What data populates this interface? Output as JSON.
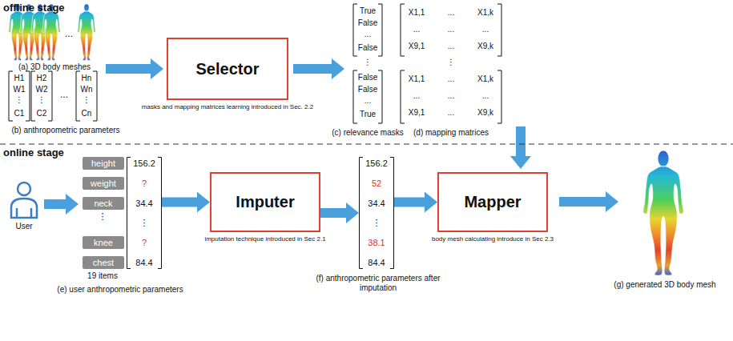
{
  "diagram": {
    "nodes": [
      {
        "text": [
          "Selector"
        ]
      },
      {
        "text": [
          "height"
        ]
      },
      {
        "text": [
          "weight"
        ]
      },
      {
        "text": [
          "neck"
        ]
      },
      {
        "text": [
          "knee"
        ]
      },
      {
        "text": [
          "chest"
        ]
      },
      {
        "text": [
          "156.2",
          "?",
          "34.4",
          "⋮",
          "?",
          "84.4"
        ]
      },
      {
        "text": [
          "Imputer"
        ]
      },
      {
        "text": [
          "156.2",
          "52",
          "34.4",
          "⋮",
          "38.1",
          "84.4"
        ]
      },
      {
        "text": [
          "Mapper"
        ]
      }
    ],
    "edges": [
      {
        "from": 6,
        "to": 7,
        "arrow": "to"
      },
      {
        "from": 7,
        "to": 8,
        "arrow": "to"
      },
      {
        "from": 8,
        "to": 9,
        "arrow": "to"
      }
    ],
    "labels": [
      "offline stage",
      "(a) 3D body meshes",
      "...",
      "H1",
      "W1",
      "⋮",
      "C1",
      "H2",
      "W2",
      "⋮",
      "C2",
      "...",
      "Hn",
      "Wn",
      "⋮",
      "Cn",
      "(b) anthropometric parameters",
      "masks and mapping matrices learning introduced in Sec. 2.2",
      "True",
      "False",
      "...",
      "False",
      "⋮",
      "False",
      "False",
      "...",
      "True",
      "(c) relevance masks",
      "X1,1",
      "...",
      "X1,k",
      "...",
      "...",
      "...",
      "X9,1",
      "...",
      "X9,k",
      "⋮",
      "X1,1",
      "...",
      "X1,k",
      "...",
      "...",
      "...",
      "X9,1",
      "...",
      "X9,k",
      "(d) mapping matrices",
      "online stage",
      "User",
      "⋮",
      "19 items",
      "(e) user anthropometric parameters",
      "imputation technique introduced in Sec 2.1",
      "(f) anthropometric parameters after imputation",
      "body mesh calculating introduce in Sec 2.3",
      "(g) generated 3D body mesh"
    ]
  }
}
